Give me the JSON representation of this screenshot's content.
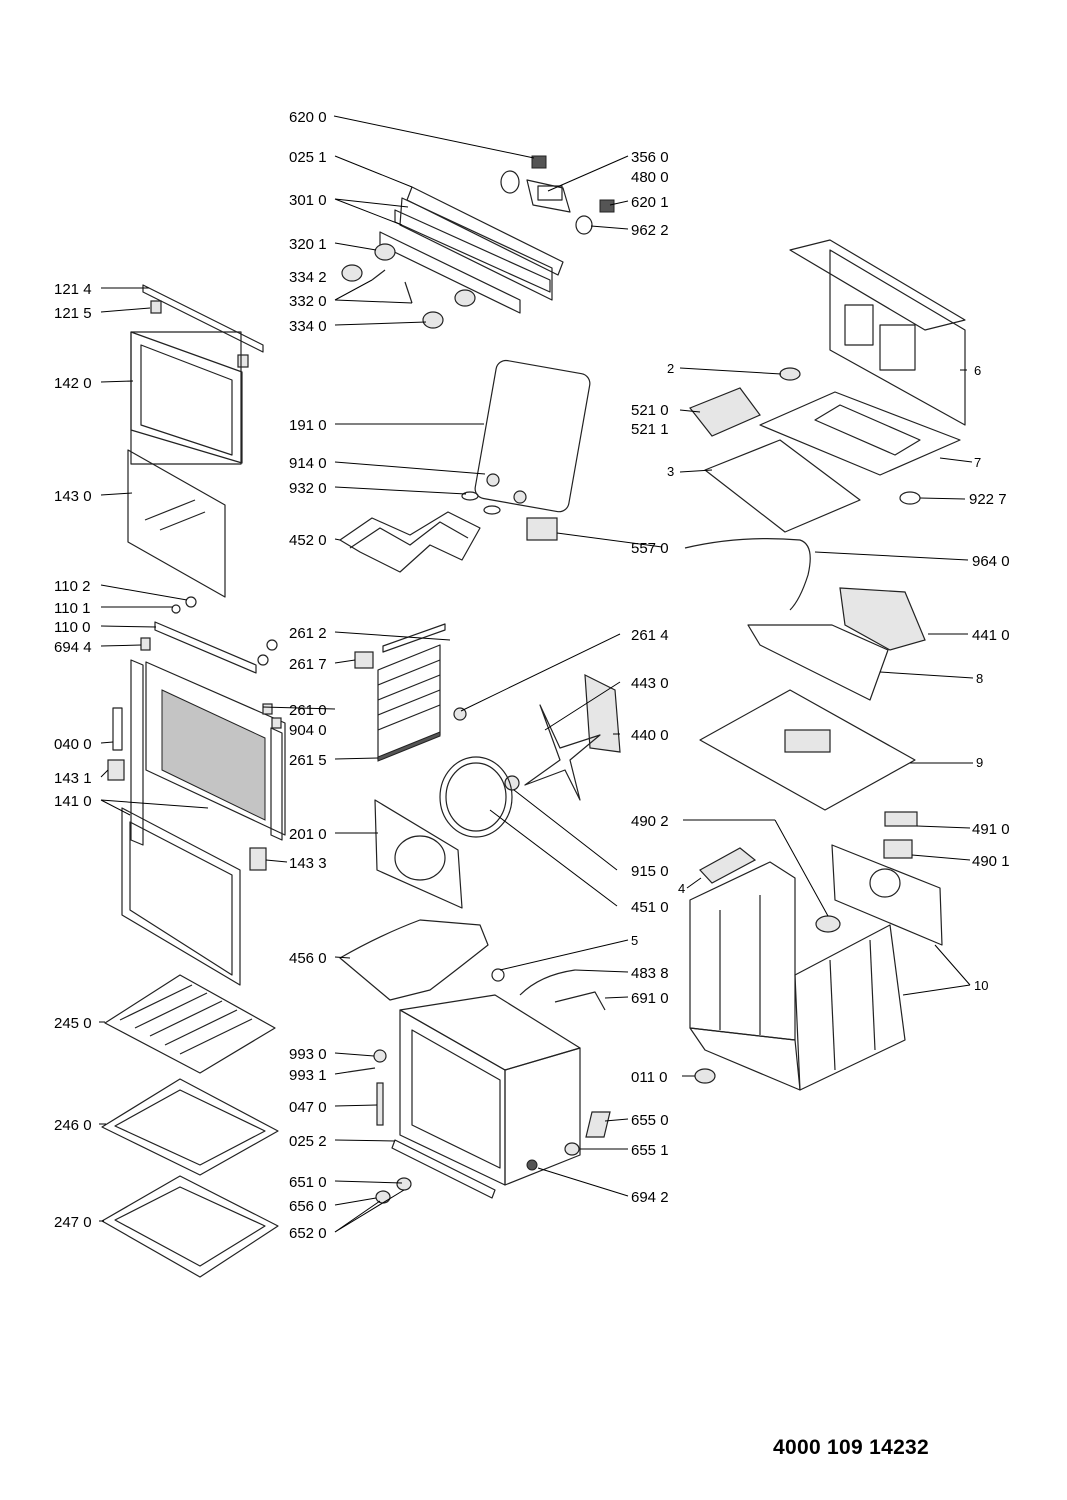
{
  "document_number": "4000 109 14232",
  "labels": {
    "l6200": "620 0",
    "l0251": "025 1",
    "l3010": "301 0",
    "l3201": "320 1",
    "l3342": "334 2",
    "l3320": "332 0",
    "l3340": "334 0",
    "l3560": "356 0",
    "l4800": "480 0",
    "l6201": "620 1",
    "l9622": "962 2",
    "l1214": "121 4",
    "l1215": "121 5",
    "l1420": "142 0",
    "l1430": "143 0",
    "l1102": "110 2",
    "l1101": "110 1",
    "l1100": "110 0",
    "l6944": "694 4",
    "l0400": "040 0",
    "l1431": "143 1",
    "l1410": "141 0",
    "l1910": "191 0",
    "l9140": "914 0",
    "l9320": "932 0",
    "l4520": "452 0",
    "l5570": "557 0",
    "l2612": "261 2",
    "l2617": "261 7",
    "l2610": "261 0",
    "l9040": "904 0",
    "l2615": "261 5",
    "l2614": "261 4",
    "l4430": "443 0",
    "l4400": "440 0",
    "l2010": "201 0",
    "l1433": "143 3",
    "l9150": "915 0",
    "l4510": "451 0",
    "l4560": "456 0",
    "l5": "5",
    "l4838": "483 8",
    "l6910": "691 0",
    "l2450": "245 0",
    "l2460": "246 0",
    "l2470": "247 0",
    "l9930": "993 0",
    "l9931": "993 1",
    "l0470": "047 0",
    "l0252": "025 2",
    "l6510": "651 0",
    "l6560": "656 0",
    "l6520": "652 0",
    "l6550": "655 0",
    "l6551": "655 1",
    "l6942": "694 2",
    "l0110": "011 0",
    "l2": "2",
    "l6": "6",
    "l5210": "521 0",
    "l5211": "521 1",
    "l3": "3",
    "l7": "7",
    "l9227": "922 7",
    "l9640": "964 0",
    "l4410": "441 0",
    "l8": "8",
    "l9": "9",
    "l4902": "490 2",
    "l4910": "491 0",
    "l4901": "490 1",
    "l4": "4",
    "l10": "10"
  }
}
